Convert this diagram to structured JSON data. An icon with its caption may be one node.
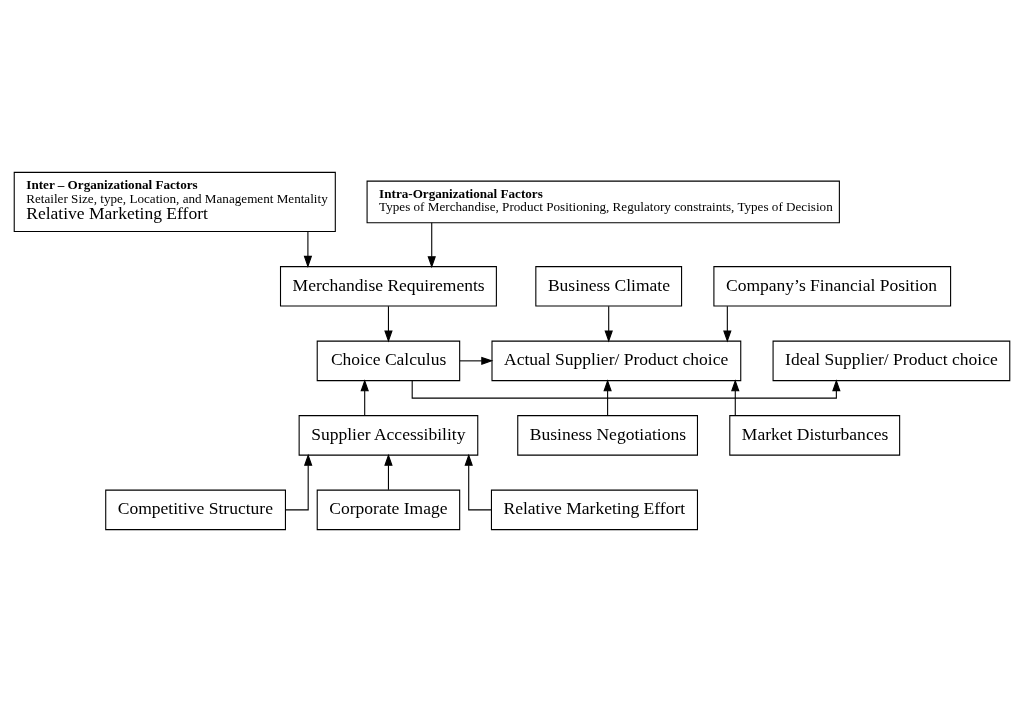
{
  "diagram": {
    "nodes": [
      {
        "text": [
          "Inter – Organizational Factors",
          "Retailer Size, type, Location, and Management Mentality",
          "Relative Marketing Effort"
        ]
      },
      {
        "text": [
          "Intra-Organizational Factors",
          "Types of Merchandise, Product Positioning, Regulatory constraints, Types of Decision"
        ]
      },
      {
        "text": [
          "Merchandise Requirements"
        ]
      },
      {
        "text": [
          "Business Climate"
        ]
      },
      {
        "text": [
          "Company’s Financial Position"
        ]
      },
      {
        "text": [
          "Choice Calculus"
        ]
      },
      {
        "text": [
          "Ideal Supplier/ Product choice"
        ]
      },
      {
        "text": [
          "Actual Supplier/ Product choice"
        ]
      },
      {
        "text": [
          "Supplier Accessibility"
        ]
      },
      {
        "text": [
          "Business Negotiations"
        ]
      },
      {
        "text": [
          "Market Disturbances"
        ]
      },
      {
        "text": [
          "Competitive Structure"
        ]
      },
      {
        "text": [
          "Corporate Image"
        ]
      },
      {
        "text": [
          "Relative Marketing Effort"
        ]
      }
    ],
    "edges": [
      {
        "from": 0,
        "to": 2,
        "arrow": "to"
      },
      {
        "from": 1,
        "to": 2,
        "arrow": "to"
      },
      {
        "from": 2,
        "to": 5,
        "arrow": "to"
      },
      {
        "from": 3,
        "to": 7,
        "arrow": "to"
      },
      {
        "from": 4,
        "to": 7,
        "arrow": "to"
      },
      {
        "from": 5,
        "to": 6,
        "arrow": "to"
      },
      {
        "from": 5,
        "to": 7,
        "arrow": "to"
      },
      {
        "from": 9,
        "to": 7,
        "arrow": "to"
      },
      {
        "from": 10,
        "to": 7,
        "arrow": "to"
      },
      {
        "from": 8,
        "to": 5,
        "arrow": "to"
      },
      {
        "from": 11,
        "to": 8,
        "arrow": "to"
      },
      {
        "from": 12,
        "to": 8,
        "arrow": "to"
      },
      {
        "from": 13,
        "to": 8,
        "arrow": "to"
      }
    ]
  }
}
